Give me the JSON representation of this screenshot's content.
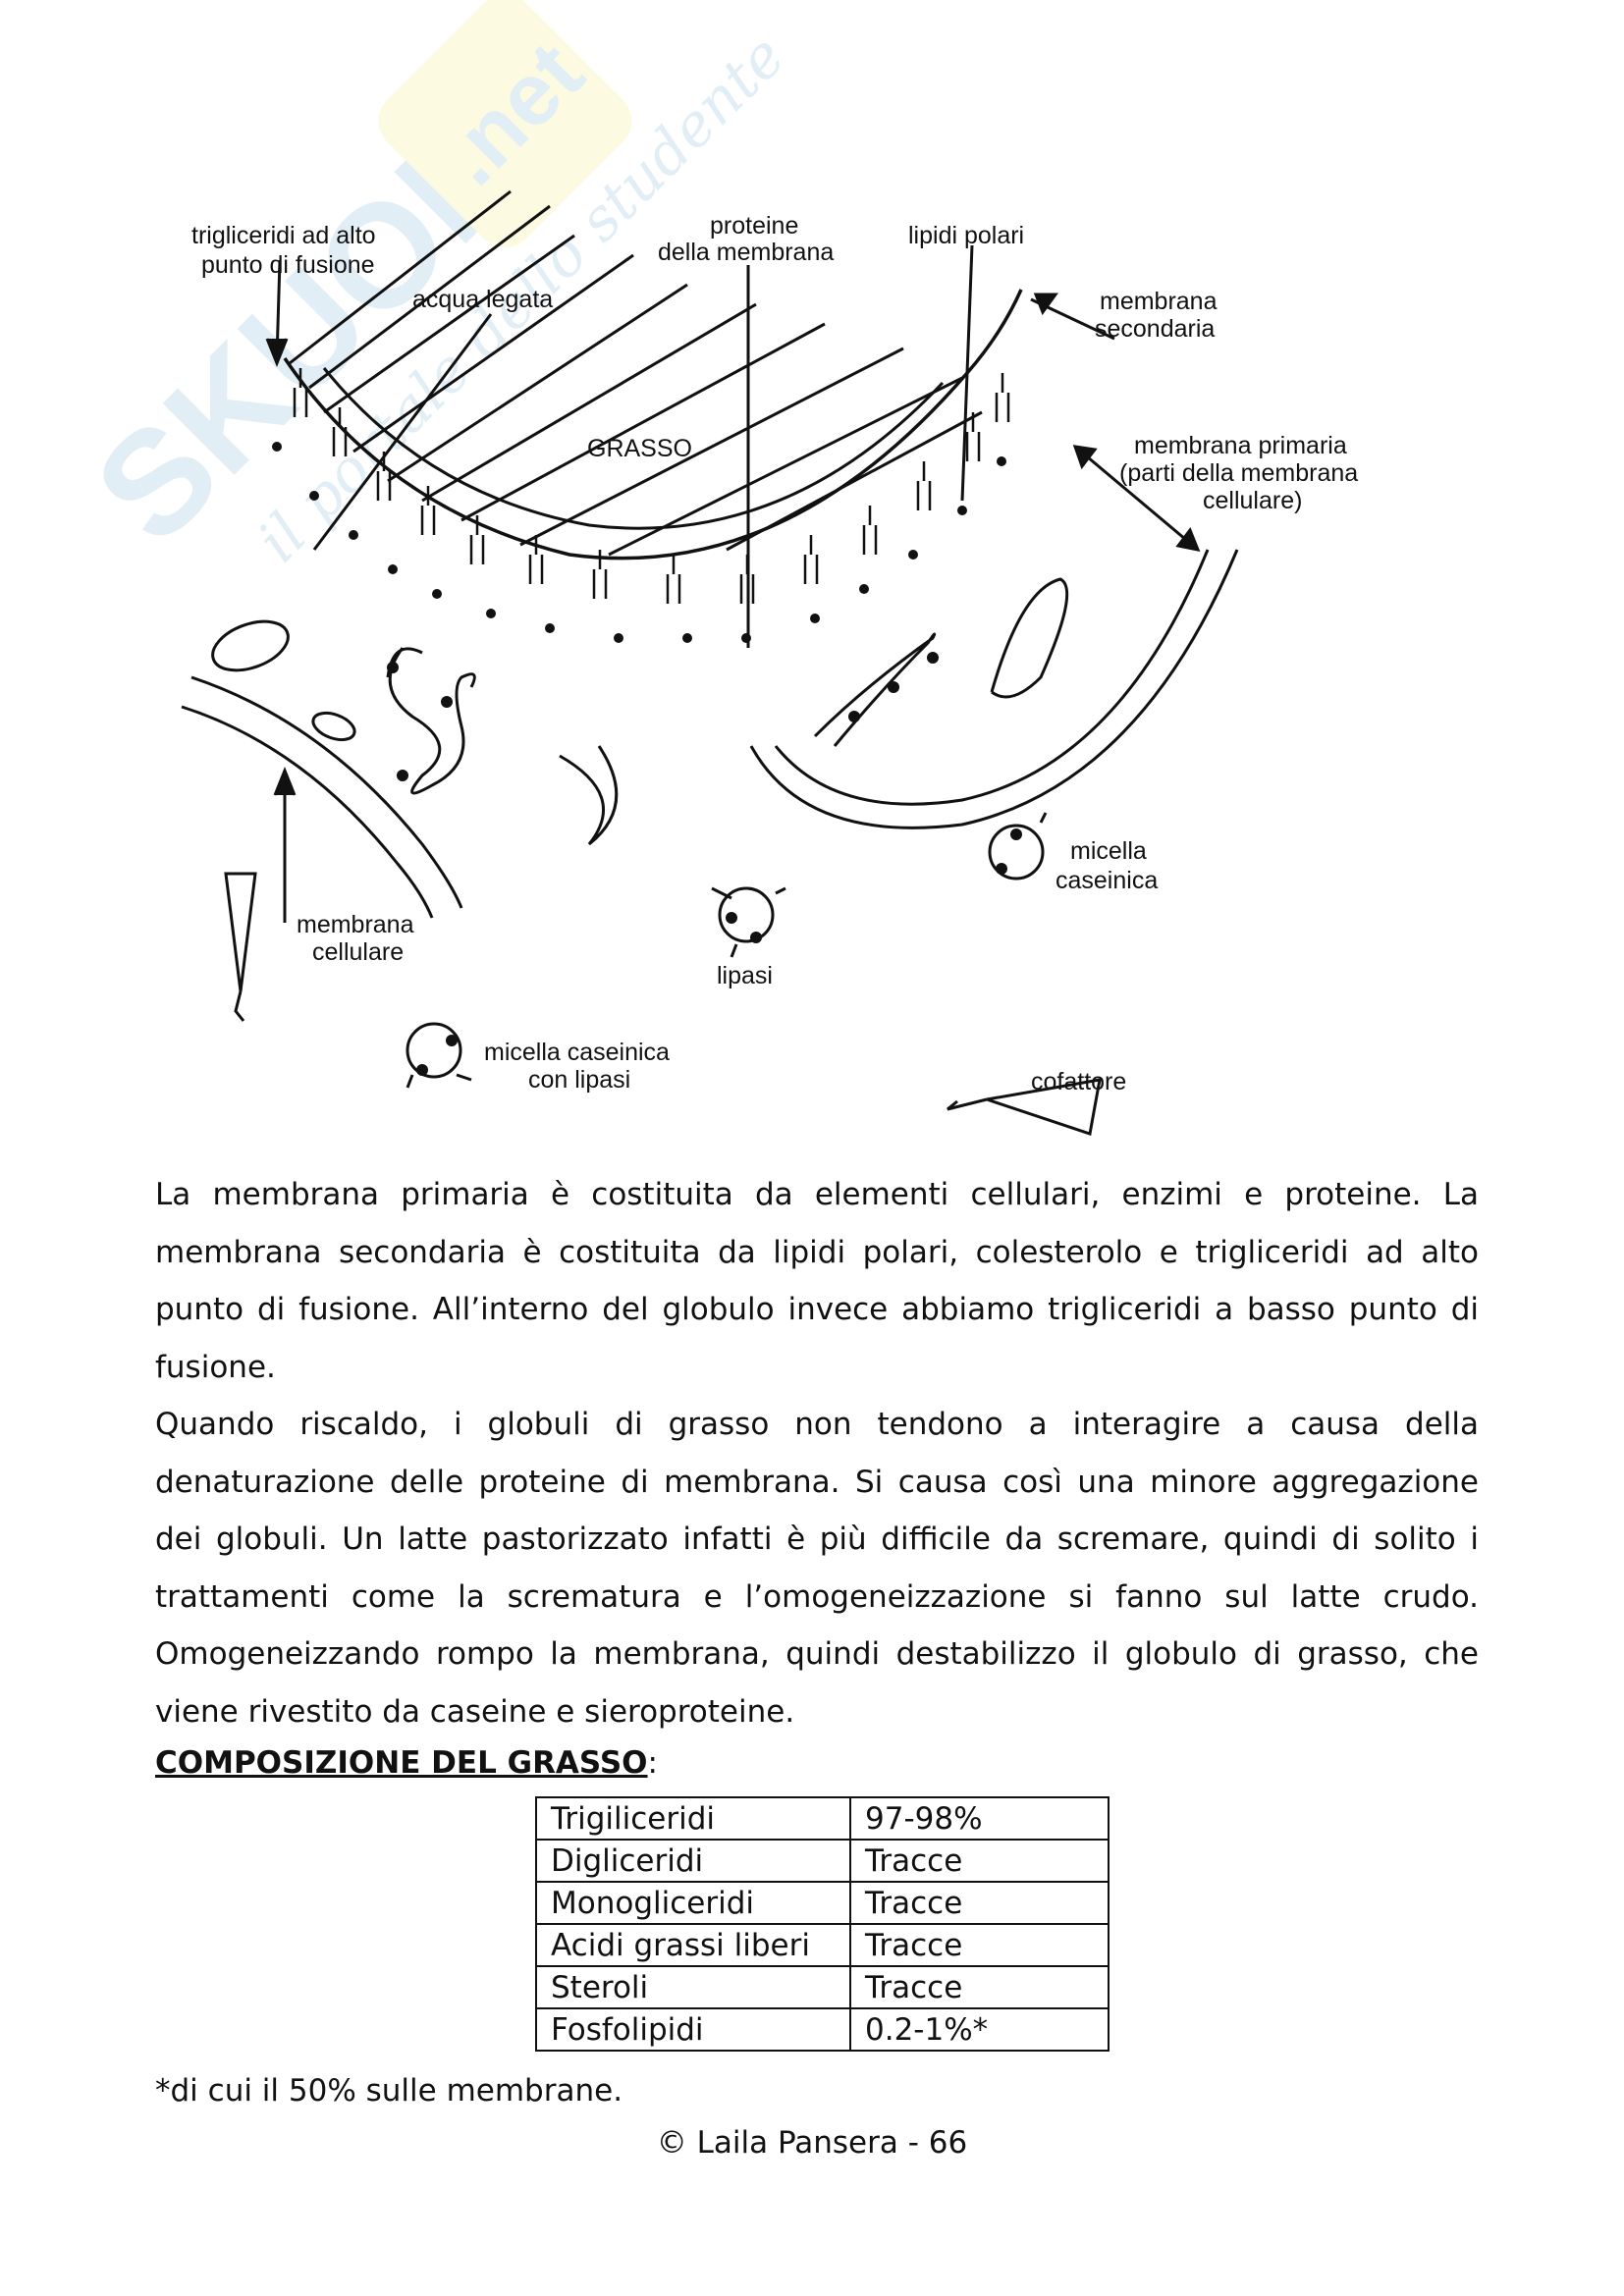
{
  "watermark": {
    "brand": "SKUOLA",
    "tld": ".net",
    "tagline": "il portale dello studente"
  },
  "figure": {
    "labels": {
      "trig_alto_1": "trigliceridi ad alto",
      "trig_alto_2": "punto di fusione",
      "acqua": "acqua legata",
      "proteine_1": "proteine",
      "proteine_2": "della membrana",
      "lipidi": "lipidi polari",
      "secondaria_1": "membrana",
      "secondaria_2": "secondaria",
      "grasso": "GRASSO",
      "primaria_1": "membrana primaria",
      "primaria_2": "(parti della membrana",
      "primaria_3": "cellulare)",
      "micella_1": "micella",
      "micella_2": "caseinica",
      "cell_1": "membrana",
      "cell_2": "cellulare",
      "lipasi": "lipasi",
      "micella_lipasi_1": "micella caseinica",
      "micella_lipasi_2": "con lipasi",
      "cofattore": "cofattore"
    }
  },
  "text": {
    "p1": "La membrana primaria è costituita da elementi cellulari, enzimi e proteine. La membrana secondaria è costituita da lipidi polari, colesterolo e trigliceridi ad alto punto di fusione. All’interno del globulo invece abbiamo trigliceridi a basso punto di fusione.",
    "p2": "Quando riscaldo, i globuli di grasso non tendono a interagire a causa della denaturazione delle proteine di membrana. Si causa così una minore aggregazione dei globuli. Un latte pastorizzato infatti è più difficile da scremare, quindi di solito i trattamenti come la scrematura e l’omogeneizzazione si fanno sul latte crudo. Omogeneizzando rompo la membrana, quindi destabilizzo il globulo di grasso, che viene rivestito da caseine e sieroproteine."
  },
  "composition": {
    "heading": "COMPOSIZIONE DEL GRASSO",
    "colon": ":",
    "rows": [
      {
        "name": "Trigiliceridi",
        "value": "97-98%"
      },
      {
        "name": "Digliceridi",
        "value": "Tracce"
      },
      {
        "name": "Monogliceridi",
        "value": "Tracce"
      },
      {
        "name": "Acidi grassi liberi",
        "value": "Tracce"
      },
      {
        "name": "Steroli",
        "value": "Tracce"
      },
      {
        "name": "Fosfolipidi",
        "value": "0.2-1%*"
      }
    ],
    "footnote": "*di cui il 50% sulle membrane."
  },
  "footer": "© Laila Pansera - 66"
}
